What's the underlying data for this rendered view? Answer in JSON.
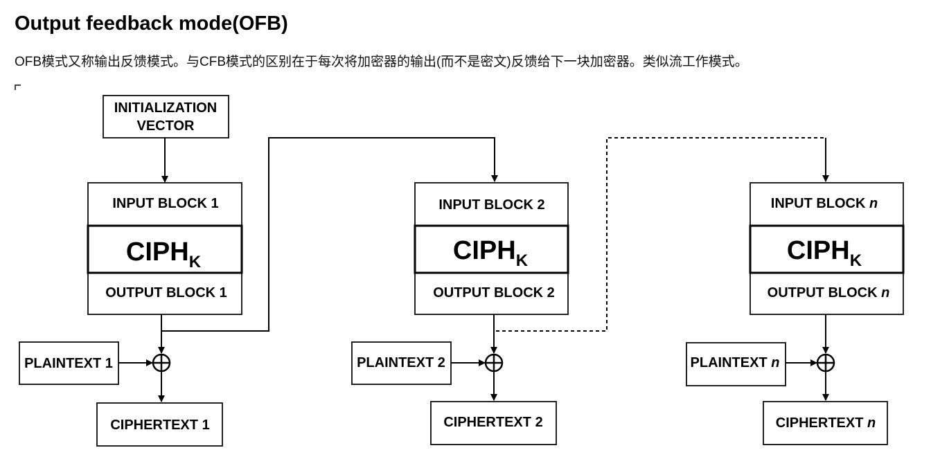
{
  "heading": "Output feedback mode(OFB)",
  "description": "OFB模式又称输出反馈模式。与CFB模式的区别在于每次将加密器的输出(而不是密文)反馈给下一块加密器。类似流工作模式。",
  "diagram": {
    "iv_line1": "INITIALIZATION",
    "iv_line2": "VECTOR",
    "cipher_main": "CIPH",
    "cipher_sub": "K",
    "xor_symbol": "⊕",
    "blocks": [
      {
        "input_prefix": "INPUT BLOCK ",
        "input_index": "1",
        "output_prefix": "OUTPUT BLOCK ",
        "output_index": "1",
        "plaintext_prefix": "PLAINTEXT ",
        "plaintext_index": "1",
        "ciphertext_prefix": "CIPHERTEXT ",
        "ciphertext_index": "1"
      },
      {
        "input_prefix": "INPUT BLOCK ",
        "input_index": "2",
        "output_prefix": "OUTPUT BLOCK ",
        "output_index": "2",
        "plaintext_prefix": "PLAINTEXT ",
        "plaintext_index": "2",
        "ciphertext_prefix": "CIPHERTEXT ",
        "ciphertext_index": "2"
      },
      {
        "input_prefix": "INPUT BLOCK ",
        "input_index": "n",
        "output_prefix": "OUTPUT BLOCK ",
        "output_index": "n",
        "plaintext_prefix": "PLAINTEXT ",
        "plaintext_index": "n",
        "ciphertext_prefix": "CIPHERTEXT ",
        "ciphertext_index": "n"
      }
    ]
  }
}
